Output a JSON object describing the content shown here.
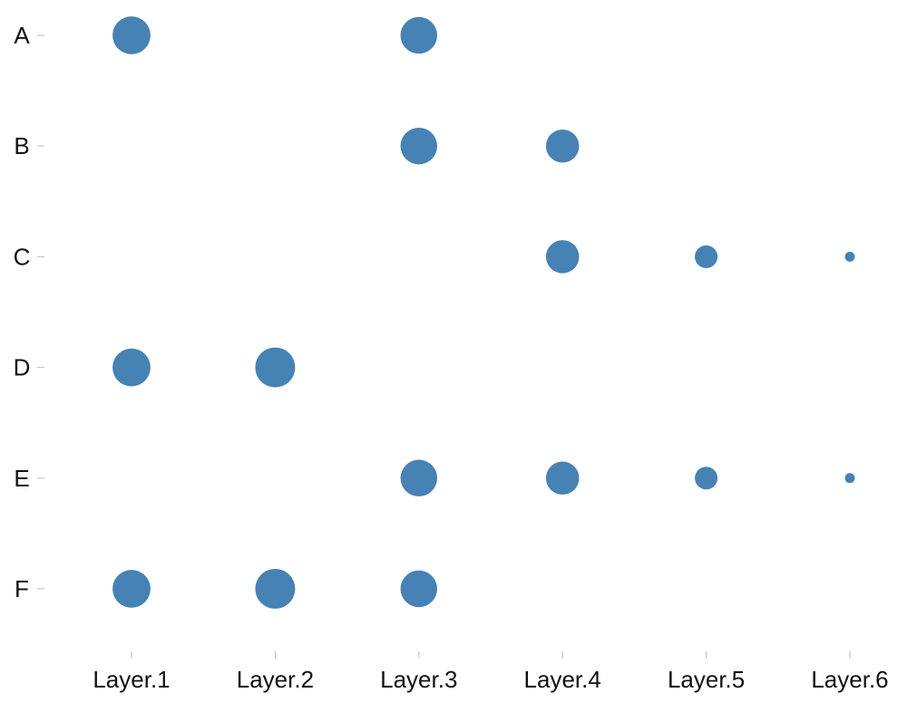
{
  "chart_data": {
    "type": "scatter",
    "title": "",
    "xlabel": "",
    "ylabel": "",
    "categories_x": [
      "Layer.1",
      "Layer.2",
      "Layer.3",
      "Layer.4",
      "Layer.5",
      "Layer.6"
    ],
    "categories_y": [
      "A",
      "B",
      "C",
      "D",
      "E",
      "F"
    ],
    "grid": false,
    "legend": "none",
    "color": "#4682b4",
    "points": [
      {
        "x": "Layer.1",
        "y": "A",
        "size": 0.95
      },
      {
        "x": "Layer.3",
        "y": "A",
        "size": 0.92
      },
      {
        "x": "Layer.3",
        "y": "B",
        "size": 0.92
      },
      {
        "x": "Layer.4",
        "y": "B",
        "size": 0.83
      },
      {
        "x": "Layer.4",
        "y": "C",
        "size": 0.83
      },
      {
        "x": "Layer.5",
        "y": "C",
        "size": 0.57
      },
      {
        "x": "Layer.6",
        "y": "C",
        "size": 0.25
      },
      {
        "x": "Layer.1",
        "y": "D",
        "size": 0.95
      },
      {
        "x": "Layer.2",
        "y": "D",
        "size": 1.0
      },
      {
        "x": "Layer.3",
        "y": "E",
        "size": 0.92
      },
      {
        "x": "Layer.4",
        "y": "E",
        "size": 0.83
      },
      {
        "x": "Layer.5",
        "y": "E",
        "size": 0.57
      },
      {
        "x": "Layer.6",
        "y": "E",
        "size": 0.25
      },
      {
        "x": "Layer.1",
        "y": "F",
        "size": 0.95
      },
      {
        "x": "Layer.2",
        "y": "F",
        "size": 1.0
      },
      {
        "x": "Layer.3",
        "y": "F",
        "size": 0.92
      }
    ]
  }
}
